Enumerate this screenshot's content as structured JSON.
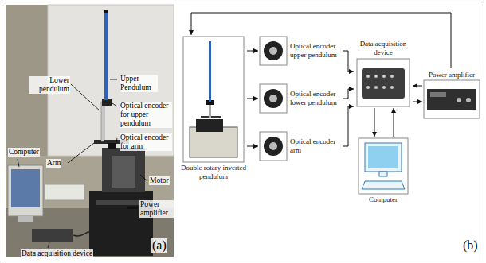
{
  "diagram": {
    "nodes": [
      {
        "text": [
          "Double rotary inverted pendulum"
        ]
      },
      {
        "text": [
          "Optical encoder upper pendulum"
        ]
      },
      {
        "text": [
          "Optical encoder lower pendulum"
        ]
      },
      {
        "text": [
          "Optical encoder arm"
        ]
      },
      {
        "text": [
          "Data acquisition device"
        ]
      },
      {
        "text": [
          "Computer"
        ]
      },
      {
        "text": [
          "Power amplifier"
        ]
      }
    ],
    "edges": [
      {
        "from": 6,
        "to": 0,
        "arrow": "to"
      },
      {
        "from": 0,
        "to": 1,
        "arrow": "to"
      },
      {
        "from": 0,
        "to": 2,
        "arrow": "to"
      },
      {
        "from": 0,
        "to": 3,
        "arrow": "to"
      },
      {
        "from": 1,
        "to": 4,
        "arrow": "to"
      },
      {
        "from": 2,
        "to": 4,
        "arrow": "to"
      },
      {
        "from": 3,
        "to": 4,
        "arrow": "to"
      },
      {
        "from": 4,
        "to": 5,
        "arrow": "to"
      },
      {
        "from": 5,
        "to": 4,
        "arrow": "to"
      },
      {
        "from": 6,
        "to": 4,
        "arrow": "to"
      },
      {
        "from": 4,
        "to": 6,
        "arrow": "to"
      }
    ],
    "labels": [
      "Upper Pendulum",
      "Lower pendulum",
      "Optical encoder for upper pendulum",
      "Optical encoder for arm",
      "Arm",
      "Motor",
      "Power amplifier",
      "Computer",
      "Data acquisition device",
      "(a)",
      "(b)"
    ]
  }
}
